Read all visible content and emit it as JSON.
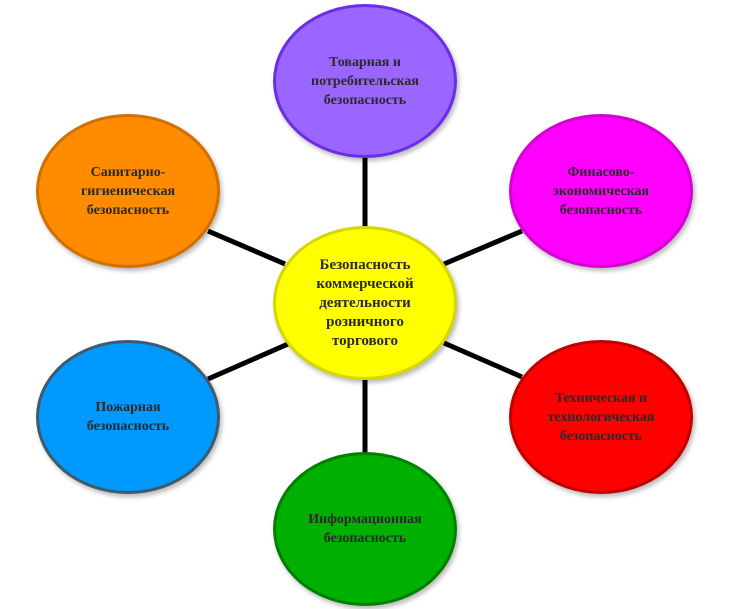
{
  "diagram": {
    "center": {
      "label": "Безопасность\nкоммерческой\nдеятельности\nрозничного\nторгового",
      "fill": "#ffff00",
      "border": "#d6d600"
    },
    "nodes": [
      {
        "id": "top",
        "label": "Товарная и\nпотребительская\nбезопасность",
        "fill": "#9b66ff",
        "border": "#6b2ee6"
      },
      {
        "id": "upper-right",
        "label": "Финасово-\nэкономическая\nбезопасность",
        "fill": "#ff00ff",
        "border": "#d400d4"
      },
      {
        "id": "lower-right",
        "label": "Техническая и\nтехнологическая\nбезопасность",
        "fill": "#ff0000",
        "border": "#c00000"
      },
      {
        "id": "bottom",
        "label": "Информационная\nбезопасность",
        "fill": "#00b000",
        "border": "#008000"
      },
      {
        "id": "lower-left",
        "label": "Пожарная\nбезопасность",
        "fill": "#0099ff",
        "border": "#3a5b70"
      },
      {
        "id": "upper-left",
        "label": "Санитарно-\nгигиеническая\nбезопасность",
        "fill": "#ff8c00",
        "border": "#d07000"
      }
    ]
  }
}
